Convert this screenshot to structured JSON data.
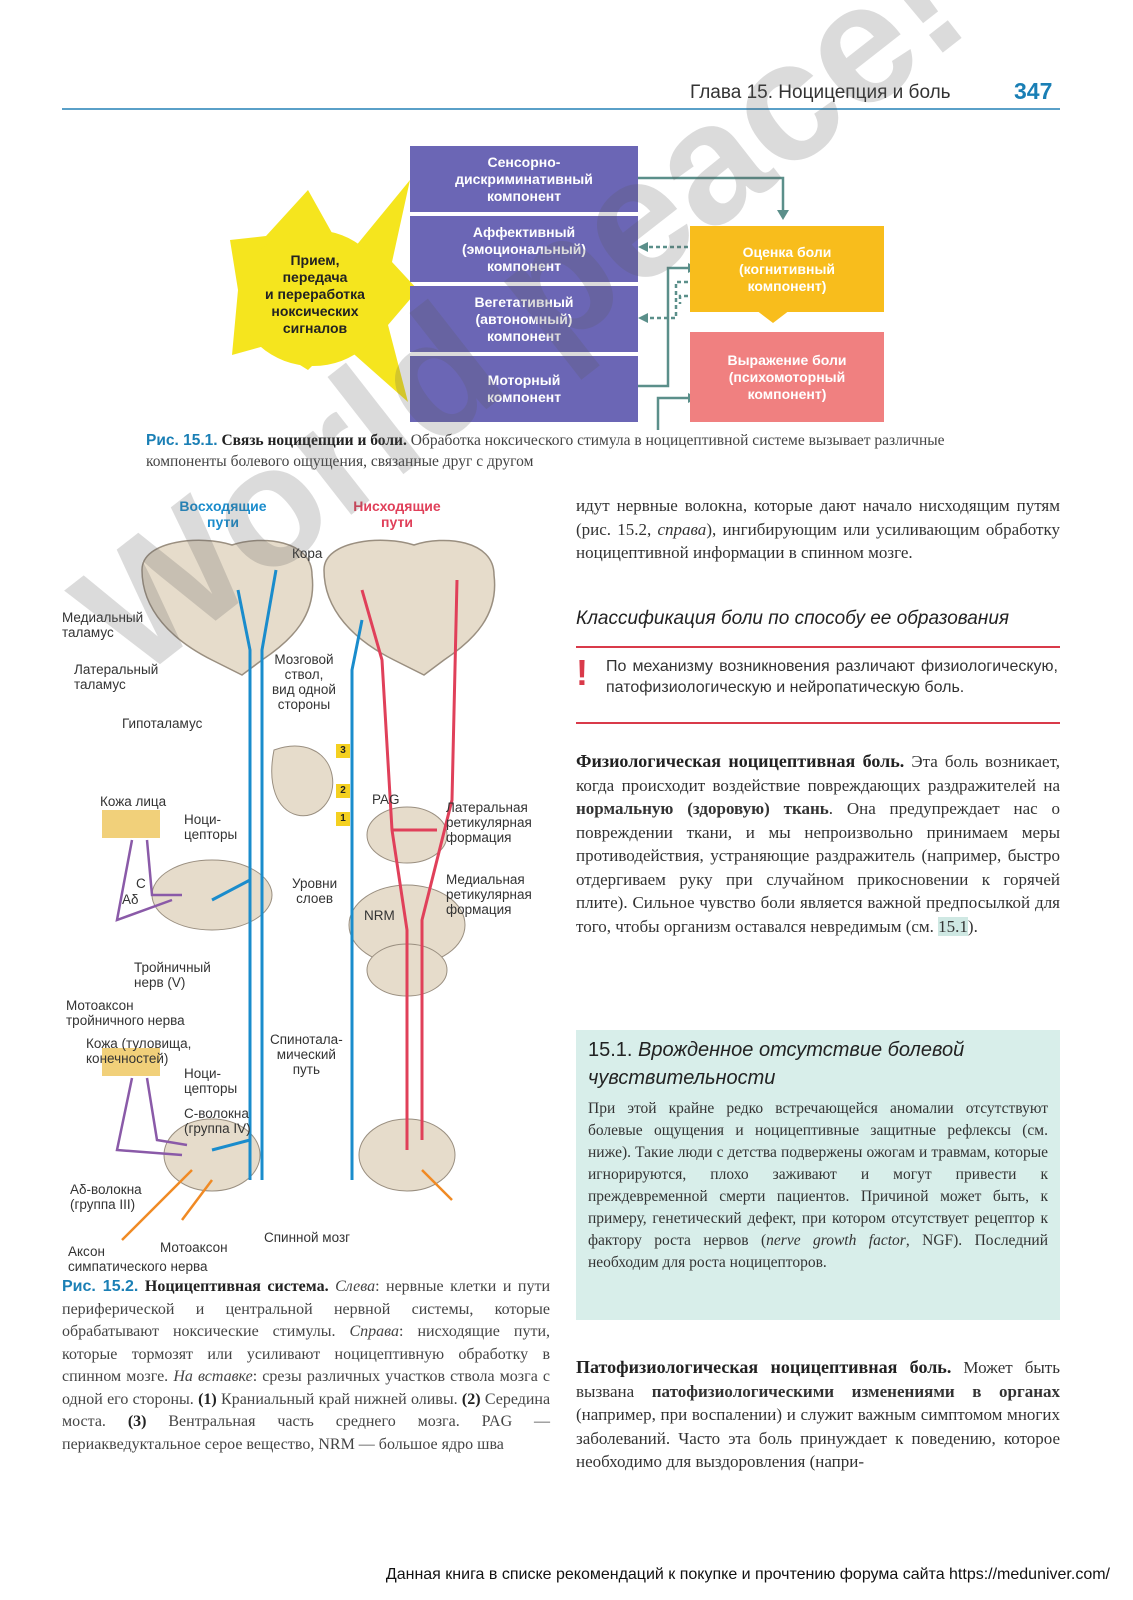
{
  "header": {
    "chapter": "Глава 15. Ноцицепция и боль",
    "page_number": "347"
  },
  "fig1": {
    "components": [
      "Сенсорно-\nдискриминативный\nкомпонент",
      "Аффективный\n(эмоциональный)\nкомпонент",
      "Вегетативный\n(автономный)\nкомпонент",
      "Моторный\nкомпонент"
    ],
    "burst": "Прием,\nпередача\nи переработка\nноксических\nсигналов",
    "evaluation": "Оценка боли\n(когнитивный\nкомпонент)",
    "expression": "Выражение боли\n(психомоторный\nкомпонент)",
    "colors": {
      "component": "#6b66b5",
      "burst": "#f5e51e",
      "evaluation": "#f8bd1c",
      "expression": "#f08080",
      "arrow": "#5b8f8a"
    },
    "caption_label": "Рис. 15.1.",
    "caption_title": "Связь ноцицепции и боли.",
    "caption_text": "Обработка ноксического стимула в ноцицептивной системе вызывает различные компоненты болевого ощущения, связанные друг с другом"
  },
  "fig2": {
    "ascending": "Восходящие\nпути",
    "descending": "Нисходящие\nпути",
    "labels": {
      "cortex": "Кора",
      "medial_thalamus": "Медиальный\nталамус",
      "lateral_thalamus": "Латеральный\nталамус",
      "hypothalamus": "Гипоталамус",
      "brainstem": "Мозговой\nствол,\nвид одной\nстороны",
      "face_skin": "Кожа лица",
      "nociceptors": "Ноци-\nцепторы",
      "c": "C",
      "ad": "Aδ",
      "trigeminal": "Тройничный\nнерв (V)",
      "trigeminal_motor": "Мотоаксон\nтройничного нерва",
      "body_skin": "Кожа (туловища,\nконечностей)",
      "nociceptors2": "Ноци-\nцепторы",
      "c_fibers": "С-волокна\n(группа IV)",
      "ad_fibers": "Aδ-волокна\n(группа III)",
      "symp_axon": "Аксон\nсимпатического нерва",
      "motor_axon": "Мотоаксон",
      "spinal_cord": "Спинной мозг",
      "spinothalamic": "Спинотала-\nмический\nпуть",
      "levels": "Уровни\nслоев",
      "pag": "PAG",
      "nrm": "NRM",
      "lateral_rf": "Латеральная\nретикулярная\nформация",
      "medial_rf": "Медиальная\nретикулярная\nформация",
      "badge1": "1",
      "badge2": "2",
      "badge3": "3"
    },
    "colors": {
      "ascending": "#1a8ccc",
      "descending": "#e0405a",
      "peripheral": "#8a5aa8",
      "sympathetic": "#f08a24"
    },
    "caption_label": "Рис. 15.2.",
    "caption_title": "Ноцицептивная система.",
    "caption_left_label": "Слева",
    "caption_left_text": ": нервные клетки и пути периферической и центральной нервной системы, которые обрабатывают ноксические стимулы.",
    "caption_right_label": "Справа",
    "caption_right_text": ": нисходящие пути, которые тормозят или усиливают ноцицептивную обработку в спинном мозге.",
    "caption_inset_label": "На вставке",
    "caption_inset_text": ": срезы различных участков ствола мозга с одной его стороны.",
    "caption_item1_num": "(1)",
    "caption_item1": "Краниальный край нижней оливы.",
    "caption_item2_num": "(2)",
    "caption_item2": "Середина моста.",
    "caption_item3_num": "(3)",
    "caption_item3": "Вентральная часть среднего мозга. PAG — периакведуктальное серое вещество, NRM — большое ядро шва"
  },
  "right": {
    "intro_a": "идут нервные волокна, которые дают начало нисходящим путям (рис. 15.2,",
    "intro_em": "справа",
    "intro_b": "), ингибирующим или усиливающим обработку ноцицептивной информации в спинном мозге.",
    "section_heading": "Классификация боли по способу ее образования",
    "note_mark": "!",
    "note": "По механизму возникновения различают физиологическую, патофизиологическую и нейропатическую боль.",
    "phys_title": "Физиологическая ноцицептивная боль.",
    "phys_a": "Эта боль возникает, когда происходит воздействие повреждающих раздражителей на",
    "phys_bold": "нормальную (здоровую) ткань",
    "phys_b": ". Она предупреждает нас о повреждении ткани, и мы непроизвольно принимаем меры противодействия, устраняющие раздражитель (например, быстро отдергиваем руку при случайном прикосновении к горячей плите). Сильное чувство боли является важной предпосылкой для того, чтобы организм оставался невредимым (см.",
    "phys_ref": "15.1",
    "phys_c": ").",
    "box_num": "15.1.",
    "box_title": "Врожденное отсутствие болевой чувствительности",
    "box_text_a": "При этой крайне редко встречающейся аномалии отсутствуют болевые ощущения и ноцицептивные защитные рефлексы (см. ниже). Такие люди с детства подвержены ожогам и травмам, которые игнорируются, плохо заживают и могут привести к преждевременной смерти пациентов. Причиной может быть, к примеру, генетический дефект, при котором отсутствует рецептор к фактору роста нервов (",
    "box_text_em": "nerve growth factor",
    "box_text_b": ", NGF). Последний необходим для роста ноцицепторов.",
    "patho_title": "Патофизиологическая ноцицептивная боль.",
    "patho_a": "Может быть вызвана",
    "patho_bold": "патофизиологическими изменениями в органах",
    "patho_b": "(например, при воспалении) и служит важным симптомом многих заболеваний. Часто эта боль принуждает к поведению, которое необходимо для выздоровления (напри-"
  },
  "watermark": "World peace!",
  "footer": "Данная книга в списке рекомендаций к покупке и прочтению форума сайта https://meduniver.com/"
}
